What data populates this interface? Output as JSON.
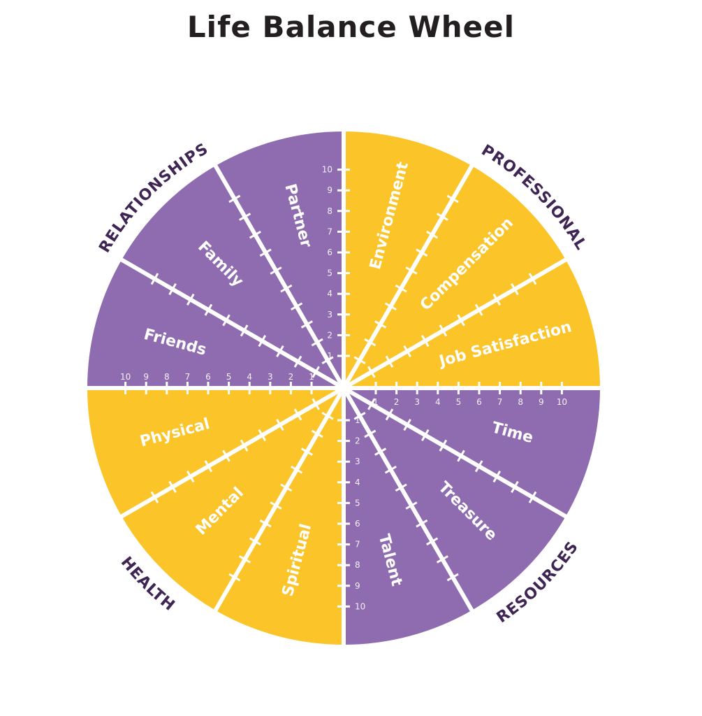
{
  "title": "Life Balance Wheel",
  "colors": {
    "purple": "#8f6bb0",
    "yellow": "#fbc428",
    "divider": "#ffffff",
    "category_text": "#3e2553",
    "title_text": "#231f20"
  },
  "scale_numbers": [
    "1",
    "2",
    "3",
    "4",
    "5",
    "6",
    "7",
    "8",
    "9",
    "10"
  ],
  "segments": [
    {
      "label": "Environment",
      "color": "yellow"
    },
    {
      "label": "Compensation",
      "color": "yellow"
    },
    {
      "label": "Job Satisfaction",
      "color": "yellow"
    },
    {
      "label": "Time",
      "color": "purple"
    },
    {
      "label": "Treasure",
      "color": "purple"
    },
    {
      "label": "Talent",
      "color": "purple"
    },
    {
      "label": "Spiritual",
      "color": "yellow"
    },
    {
      "label": "Mental",
      "color": "yellow"
    },
    {
      "label": "Physical",
      "color": "yellow"
    },
    {
      "label": "Friends",
      "color": "purple"
    },
    {
      "label": "Family",
      "color": "purple"
    },
    {
      "label": "Partner",
      "color": "purple"
    }
  ],
  "categories": [
    {
      "label": "PROFESSIONAL"
    },
    {
      "label": "RESOURCES"
    },
    {
      "label": "HEALTH"
    },
    {
      "label": "RELATIONSHIPS"
    }
  ]
}
